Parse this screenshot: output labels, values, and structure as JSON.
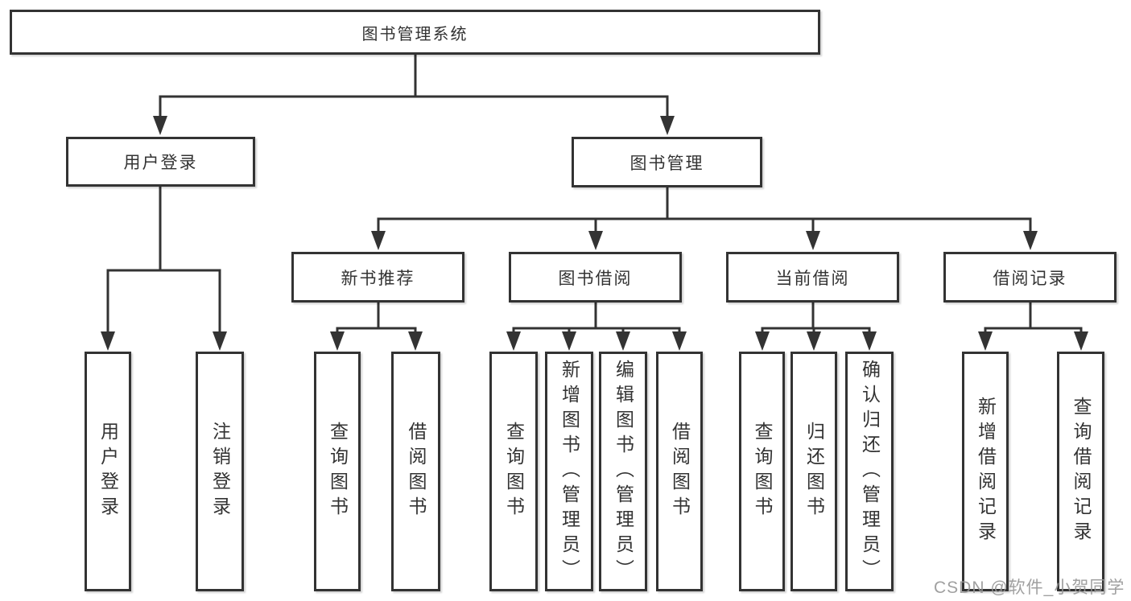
{
  "diagram_title": "图书管理系统",
  "nodes": {
    "root": "图书管理系统",
    "user_login": "用户登录",
    "book_mgmt": "图书管理",
    "new_book": "新书推荐",
    "book_borrow": "图书借阅",
    "current_borrow": "当前借阅",
    "borrow_record": "借阅记录",
    "leaves": {
      "user_login": [
        "用户登录",
        "注销登录"
      ],
      "new_book": [
        "查询图书",
        "借阅图书"
      ],
      "book_borrow": [
        "查询图书",
        "新增图书（管理员）",
        "编辑图书（管理员）",
        "借阅图书"
      ],
      "current_borrow": [
        "查询图书",
        "归还图书",
        "确认归还（管理员）"
      ],
      "borrow_record": [
        "新增借阅记录",
        "查询借阅记录"
      ]
    }
  },
  "watermark": "CSDN @软件_小贺同学",
  "colors": {
    "line": "#333333",
    "text": "#333333",
    "box_background": "#ffffff",
    "watermark": "#969696"
  }
}
